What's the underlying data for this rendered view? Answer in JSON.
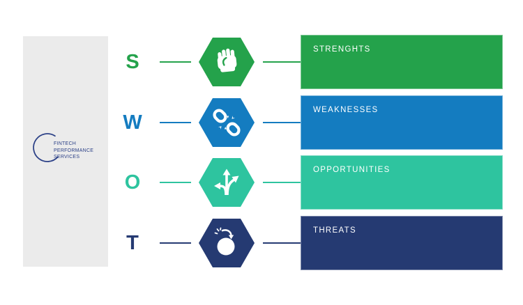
{
  "logo": {
    "line1": "FINTECH",
    "line2": "PERFORMANCE",
    "line3": "SERVICES",
    "color": "#2c4187",
    "panel_background": "#ebebeb"
  },
  "rows": [
    {
      "letter": "S",
      "label": "STRENGHTS",
      "color": "#24a24b",
      "icon": "fist-icon"
    },
    {
      "letter": "W",
      "label": "WEAKNESSES",
      "color": "#147cc0",
      "icon": "broken-chain-icon"
    },
    {
      "letter": "O",
      "label": "OPPORTUNITIES",
      "color": "#2ec49f",
      "icon": "three-way-arrows-icon"
    },
    {
      "letter": "T",
      "label": "THREATS",
      "color": "#253a72",
      "icon": "bomb-icon"
    }
  ],
  "bar_text_color": "#ffffff"
}
